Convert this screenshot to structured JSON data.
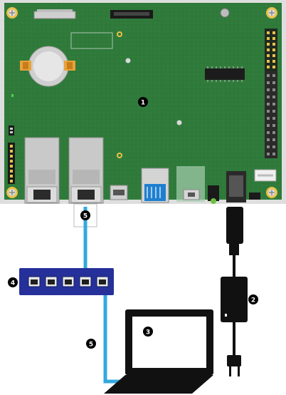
{
  "diagram": {
    "components": [
      {
        "id": "board",
        "callout": "1"
      },
      {
        "id": "power-adapter",
        "callout": "2"
      },
      {
        "id": "laptop",
        "callout": "3"
      },
      {
        "id": "network-switch",
        "callout": "4"
      },
      {
        "id": "ethernet-cable-board",
        "callout": "5"
      },
      {
        "id": "ethernet-cable-laptop",
        "callout": "5"
      }
    ],
    "colors": {
      "pcb": "#2f7a3a",
      "board_frame": "#d9d9d9",
      "switch": "#26309a",
      "cable": "#33a8e0",
      "callout": "#000000",
      "mounting_hole": "#e8c14a"
    }
  }
}
